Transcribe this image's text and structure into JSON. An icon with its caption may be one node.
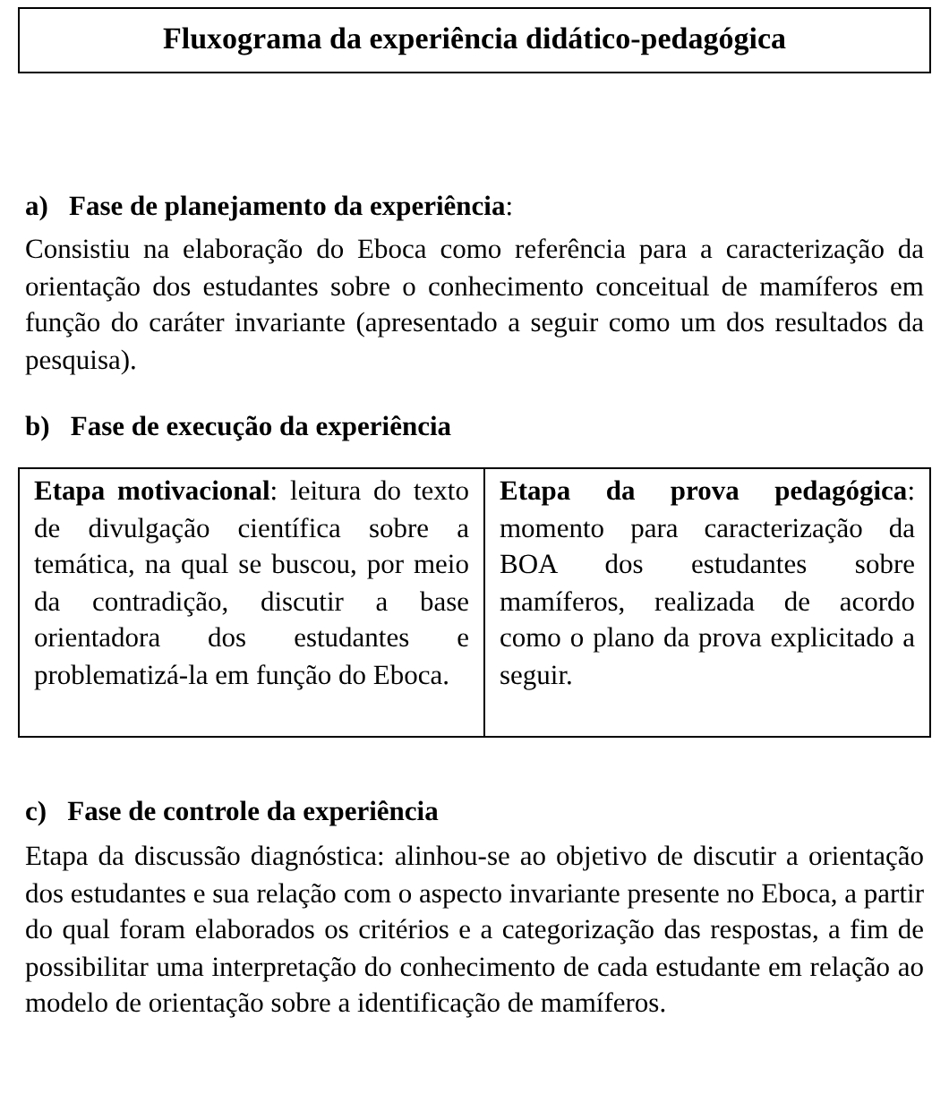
{
  "diagram": {
    "nodes": [
      {
        "text": [
          "Fluxograma da experiência didático-pedagógica"
        ]
      },
      {
        "text": [
          "**Etapa motivacional**: leitura do texto de divulgação científica sobre a temática, na qual se buscou, por meio da contradição, discutir a base orientadora dos estudantes e problematizá-la em função do Eboca."
        ]
      },
      {
        "text": [
          "**Etapa da prova pedagógica**: momento para caracterização da BOA dos estudantes sobre mamíferos, realizada de acordo como o plano da prova explicitado a seguir."
        ]
      }
    ],
    "labels": [
      "**a)   Fase de planejamento da experiência**:",
      "Consistiu na elaboração do Eboca como referência para a caracterização da orientação dos estudantes sobre o conhecimento conceitual de mamíferos em função do caráter invariante (apresentado a seguir como um dos resultados da pesquisa).",
      "**b)   Fase de execução da experiência**",
      "**c)   Fase de controle da experiência**",
      "Etapa da discussão diagnóstica: alinhou-se ao objetivo de discutir a orientação dos estudantes e sua relação com o aspecto invariante presente no Eboca, a partir do qual foram elaborados os critérios e a categorização das respostas, a fim de possibilitar uma interpretação do conhecimento de cada estudante em relação ao modelo de orientação sobre a identificação de mamíferos."
    ]
  }
}
